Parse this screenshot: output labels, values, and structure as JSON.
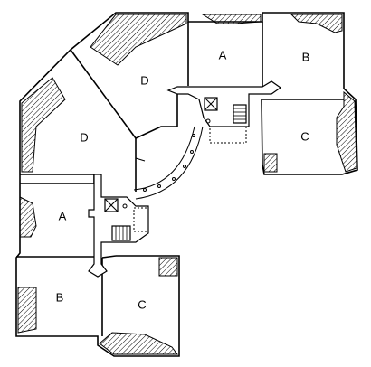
{
  "units": [
    {
      "id": "unit-a-upper",
      "label": "A"
    },
    {
      "id": "unit-b-upper",
      "label": "B"
    },
    {
      "id": "unit-c-upper",
      "label": "C"
    },
    {
      "id": "unit-d-upper",
      "label": "D"
    },
    {
      "id": "unit-d-lower",
      "label": "D"
    },
    {
      "id": "unit-a-lower",
      "label": "A"
    },
    {
      "id": "unit-b-lower",
      "label": "B"
    },
    {
      "id": "unit-c-lower",
      "label": "C"
    }
  ]
}
